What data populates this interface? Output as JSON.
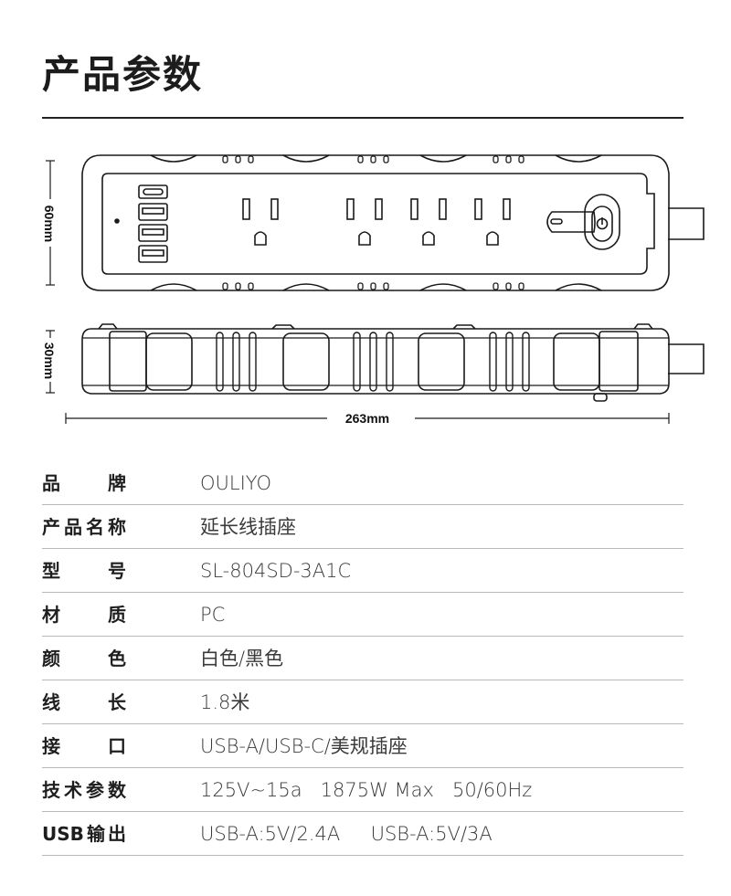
{
  "title": "产品参数",
  "dimensions": {
    "height_top": "60mm",
    "height_side": "30mm",
    "length": "263mm"
  },
  "specs": [
    {
      "label": "品牌",
      "value": "OULIYO"
    },
    {
      "label": "产品名称",
      "value": "延长线插座"
    },
    {
      "label": "型号",
      "value": "SL-804SD-3A1C"
    },
    {
      "label": "材质",
      "value": "PC"
    },
    {
      "label": "颜色",
      "value": "白色/黑色"
    },
    {
      "label": "线长",
      "value": "1.8米"
    },
    {
      "label": "接口",
      "value": "USB-A/USB-C/美规插座"
    },
    {
      "label": "技术参数",
      "value": "125V~15a   1875W Max   50/60Hz"
    },
    {
      "label": "USB输出",
      "value": "USB-A:5V/2.4A     USB-A:5V/3A"
    }
  ]
}
